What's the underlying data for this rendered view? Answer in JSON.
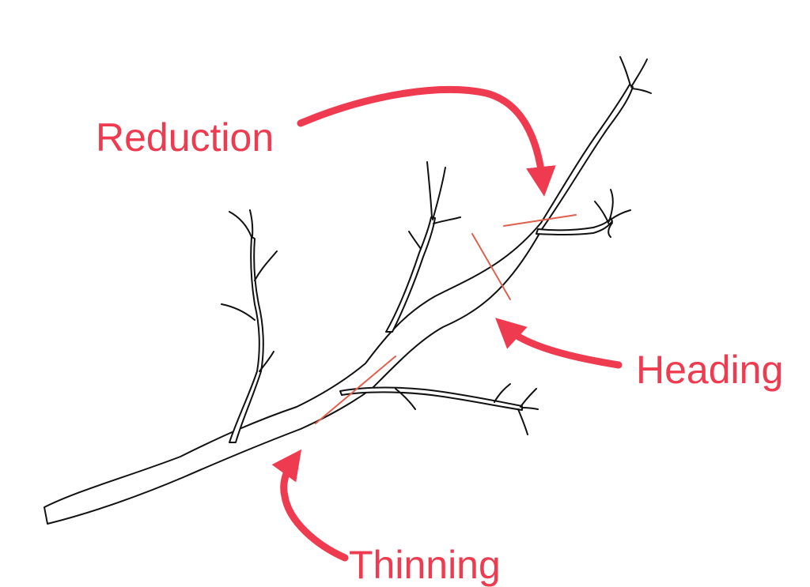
{
  "labels": {
    "reduction": "Reduction",
    "heading": "Heading",
    "thinning": "Thinning"
  },
  "colors": {
    "label": "#ee3b50",
    "cut_line": "#e0604e",
    "branch_stroke": "#111111",
    "background": "#ffffff"
  },
  "icons": {
    "branch": "tree-branch-illustration",
    "arrow": "curved-arrow-icon",
    "cut": "pruning-cut-mark"
  }
}
